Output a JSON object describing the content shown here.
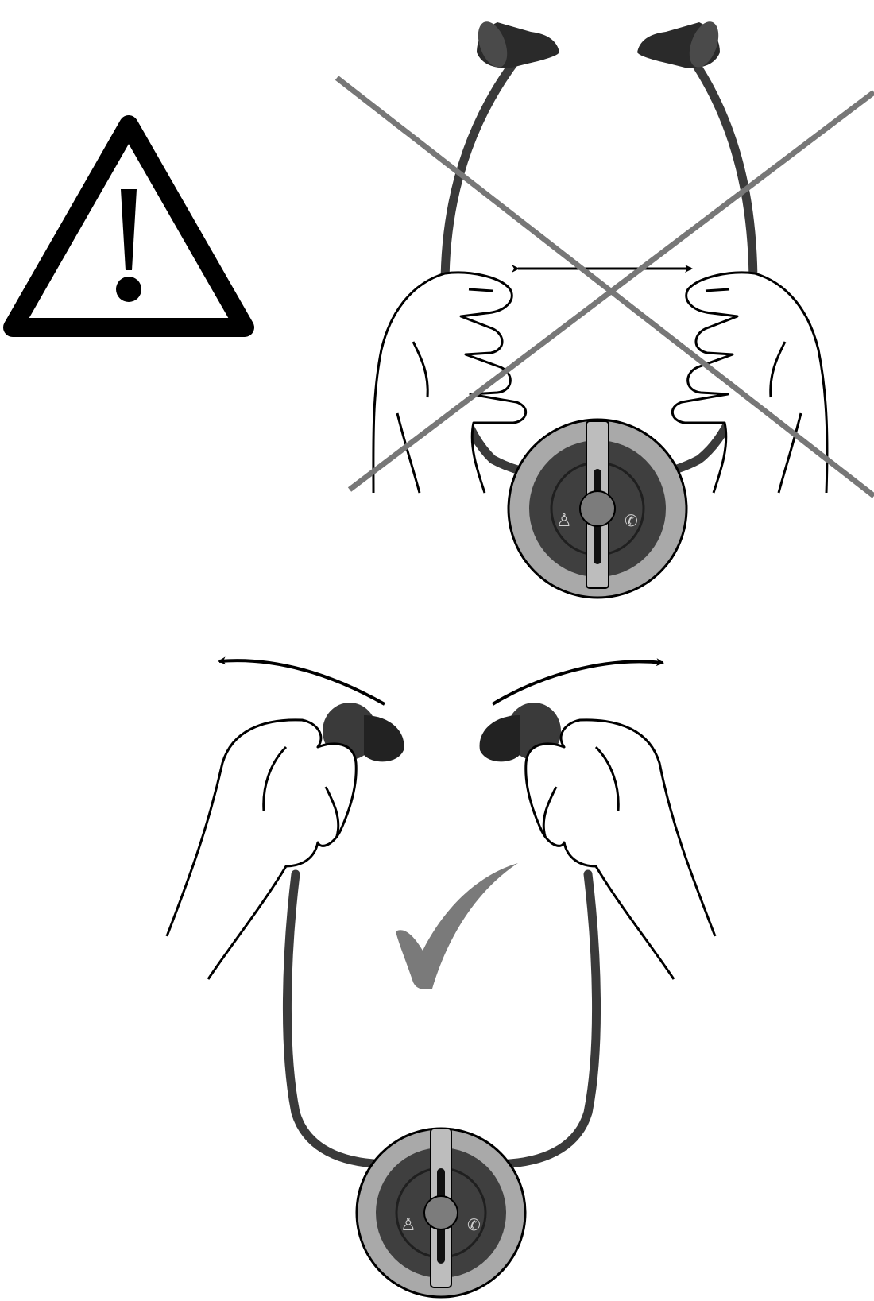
{
  "figure": {
    "panels": [
      {
        "id": "incorrect",
        "verdict": "wrong",
        "depicts": "hands-pulling-neckband-apart",
        "icon": "cross-mark-icon"
      },
      {
        "id": "correct",
        "verdict": "right",
        "depicts": "hands-holding-earbuds-outward",
        "icon": "check-mark-icon"
      }
    ],
    "warning_icon": "warning-triangle-icon",
    "colors": {
      "ink": "#000000",
      "cross": "#777777",
      "check": "#7a7a7a",
      "cable": "#3a3a3a",
      "pod_outer": "#a9a9a9",
      "pod_inner": "#3f3f3f",
      "pod_knob": "#7c7c7c",
      "pod_slider": "#bdbdbd"
    }
  }
}
